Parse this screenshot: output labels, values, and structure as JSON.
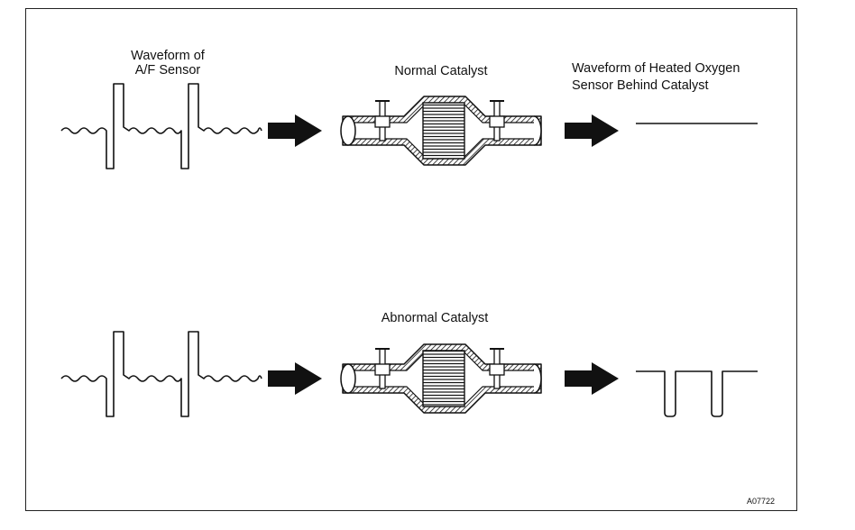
{
  "labels": {
    "af_sensor_line1": "Waveform of",
    "af_sensor_line2": "A/F Sensor",
    "normal_catalyst": "Normal Catalyst",
    "ho2_line1": "Waveform of Heated Oxygen",
    "ho2_line2": "Sensor Behind Catalyst",
    "abnormal_catalyst": "Abnormal Catalyst",
    "figure_code": "A07722"
  },
  "rows": [
    {
      "name": "normal",
      "catalyst": "Normal Catalyst",
      "rear_sensor_waveform": "flat"
    },
    {
      "name": "abnormal",
      "catalyst": "Abnormal Catalyst",
      "rear_sensor_waveform": "switching"
    }
  ],
  "colors": {
    "line": "#111111",
    "background": "#ffffff"
  }
}
